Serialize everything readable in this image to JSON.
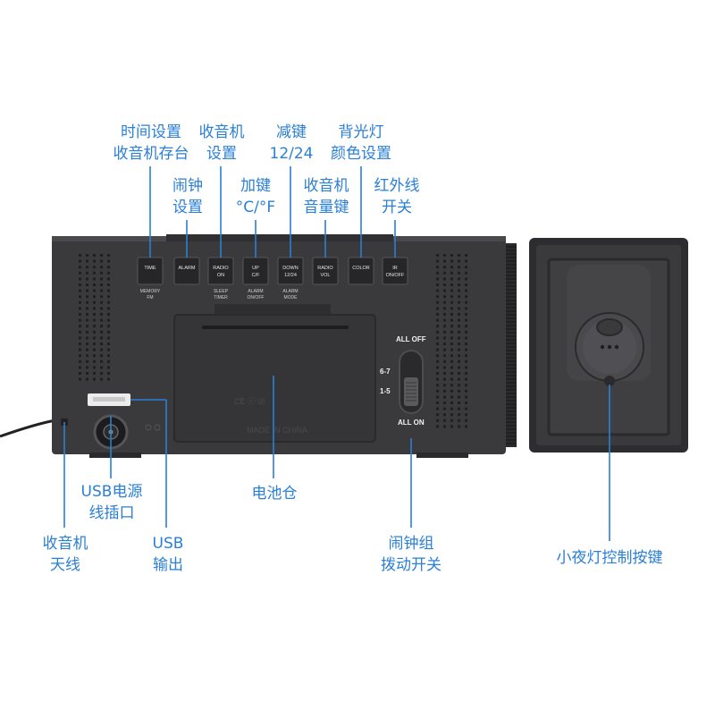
{
  "callouts": {
    "time_set": [
      "时间设置",
      "收音机存台"
    ],
    "alarm_set": [
      "闹钟",
      "设置"
    ],
    "radio_set": [
      "收音机",
      "设置"
    ],
    "plus_key": [
      "加键",
      "°C/°F"
    ],
    "minus_key": [
      "减键",
      "12/24"
    ],
    "volume_key": [
      "收音机",
      "音量键"
    ],
    "backlight": [
      "背光灯",
      "颜色设置"
    ],
    "ir_switch": [
      "红外线",
      "开关"
    ],
    "usb_power": [
      "USB电源",
      "线插口"
    ],
    "battery": [
      "电池仓"
    ],
    "antenna": [
      "收音机",
      "天线"
    ],
    "usb_out": [
      "USB",
      "输出"
    ],
    "alarm_switch": [
      "闹钟组",
      "拨动开关"
    ],
    "night_light": [
      "小夜灯控制按键"
    ]
  },
  "buttons": [
    {
      "top": "TIME",
      "bottom": ""
    },
    {
      "top": "ALARM",
      "bottom": ""
    },
    {
      "top": "RADIO",
      "bottom": "ON"
    },
    {
      "top": "UP",
      "bottom": "C/F"
    },
    {
      "top": "DOWN",
      "bottom": "12/24"
    },
    {
      "top": "RADIO",
      "bottom": "VOL"
    },
    {
      "top": "COLOR",
      "bottom": ""
    },
    {
      "top": "IR",
      "bottom": "ON/OFF"
    }
  ],
  "under_labels": [
    {
      "l1": "MEMORY",
      "l2": "FM"
    },
    {
      "l1": "",
      "l2": ""
    },
    {
      "l1": "SLEEP",
      "l2": "TIMER"
    },
    {
      "l1": "ALARM",
      "l2": "ON/OFF"
    },
    {
      "l1": "ALARM",
      "l2": "MODE"
    },
    {
      "l1": "",
      "l2": ""
    },
    {
      "l1": "",
      "l2": ""
    },
    {
      "l1": "",
      "l2": ""
    }
  ],
  "slider": {
    "top": "ALL OFF",
    "mid1": "6-7",
    "mid2": "1-5",
    "bottom": "ALL ON"
  },
  "battery_marks": "CE ⓒ ☒",
  "battery_text": "MADE IN CHINA",
  "colors": {
    "callout": "#2a7fd6",
    "device": "#3a3a3c",
    "device_dark": "#262628",
    "line": "#2a7fd6"
  }
}
